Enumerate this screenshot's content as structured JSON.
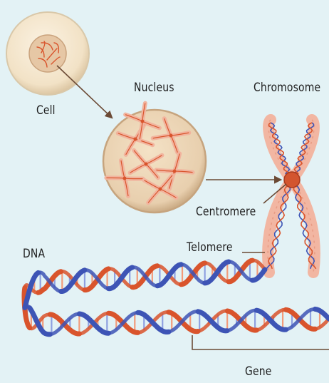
{
  "labels": {
    "cell": "Cell",
    "nucleus": "Nucleus",
    "chromosome": "Chromosome",
    "centromere": "Centromere",
    "telomere": "Telomere",
    "dna": "DNA",
    "gene": "Gene"
  },
  "colors": {
    "background": "#e3f2f5",
    "cytoplasm": "#f5e8d2",
    "nucleus": "#e8ccab",
    "chromatin": "#d9542c",
    "chromosome_body": "#f2b6a2",
    "centromere": "#d3552f",
    "dna_blue": "#3d54b5",
    "dna_orange": "#d9542c",
    "arrow": "#6b4a35"
  }
}
